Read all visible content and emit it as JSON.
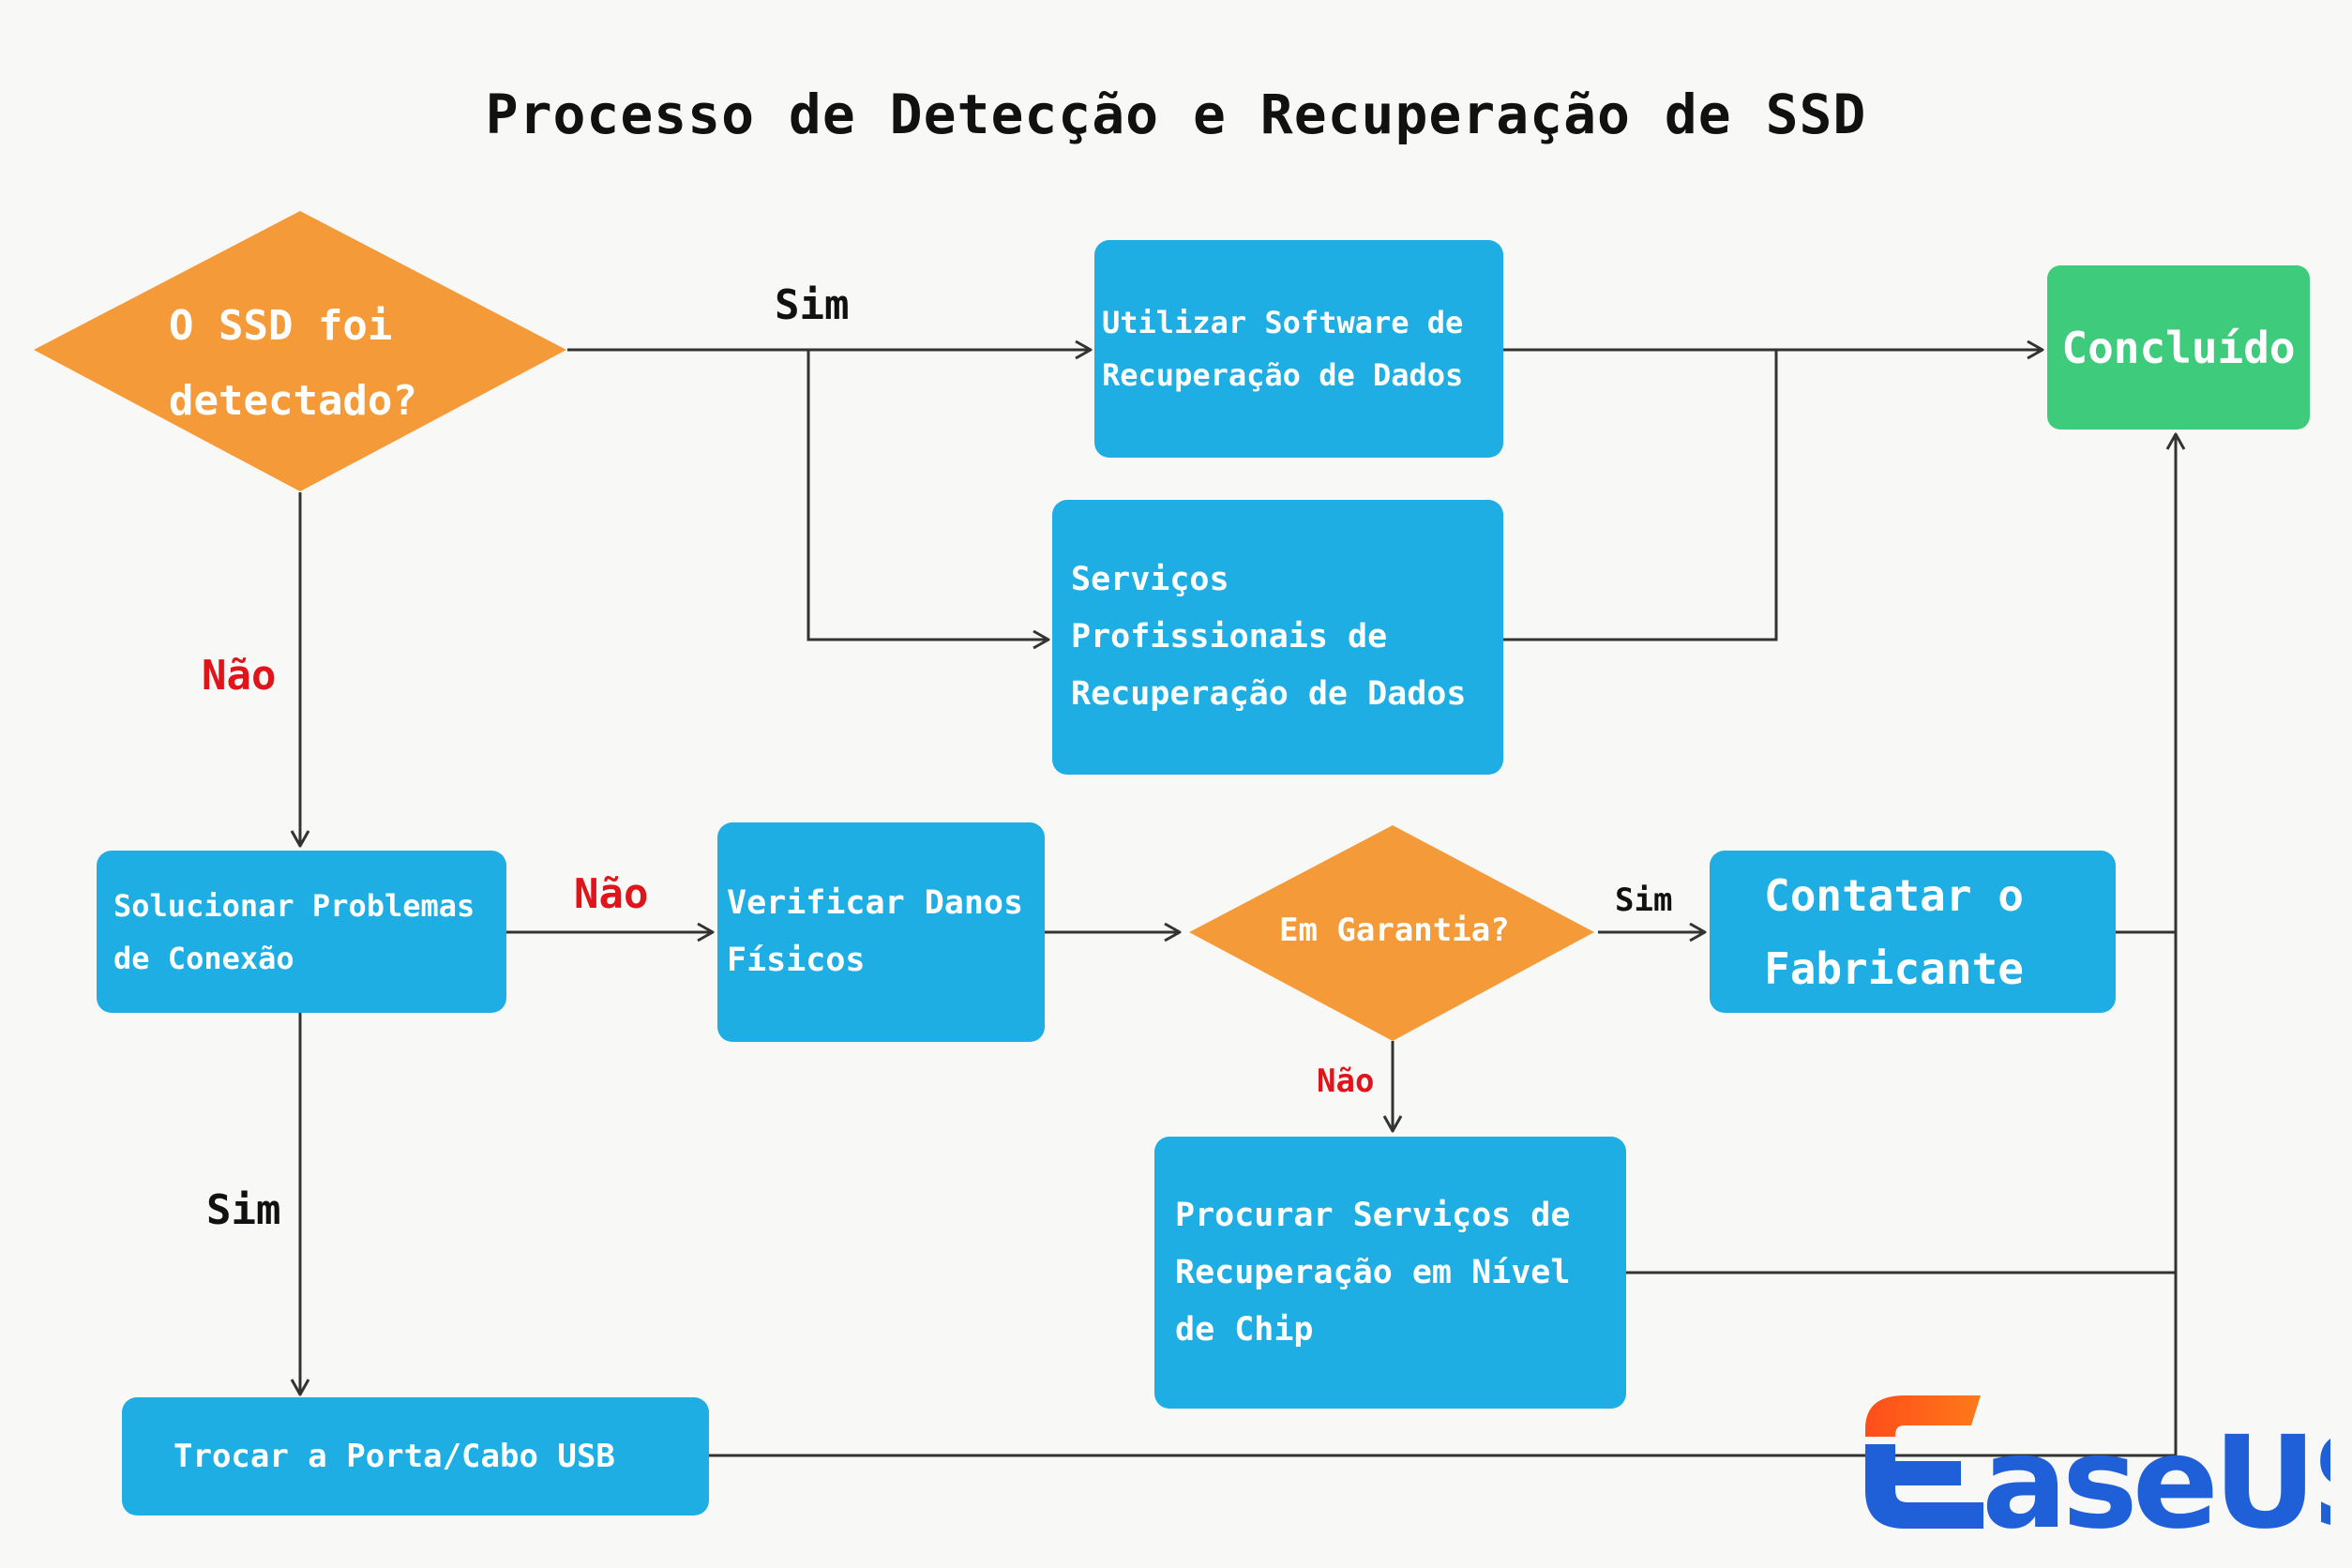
{
  "title": "Processo de Detecção e Recuperação de SSD",
  "colors": {
    "decision": "#f59a38",
    "process": "#1eaee3",
    "terminal": "#3ecb7c",
    "yes_label": "#111111",
    "no_label": "#e0141b",
    "connector": "#333333"
  },
  "nodes": {
    "detected": "O SSD foi\ndetectado?",
    "software": "Utilizar Software de\nRecuperação de Dados",
    "professional": "Serviços\nProfissionais de\nRecuperação de Dados",
    "done": "Concluído",
    "troubleshoot": "Solucionar Problemas\nde Conexão",
    "physical": "Verificar Danos\nFísicos",
    "warranty": "Em Garantia?",
    "manufacturer": "Contatar o\nFabricante",
    "chip_level": "Procurar Serviços de\nRecuperação em Nível\nde Chip",
    "swap_port": "Trocar a Porta/Cabo USB"
  },
  "edge_labels": {
    "detected_yes": "Sim",
    "detected_no": "Não",
    "troubleshoot_no": "Não",
    "troubleshoot_yes": "Sim",
    "warranty_yes": "Sim",
    "warranty_no": "Não"
  },
  "logo": {
    "text": "aseUS",
    "icon": "easeus-e-logo-icon"
  }
}
